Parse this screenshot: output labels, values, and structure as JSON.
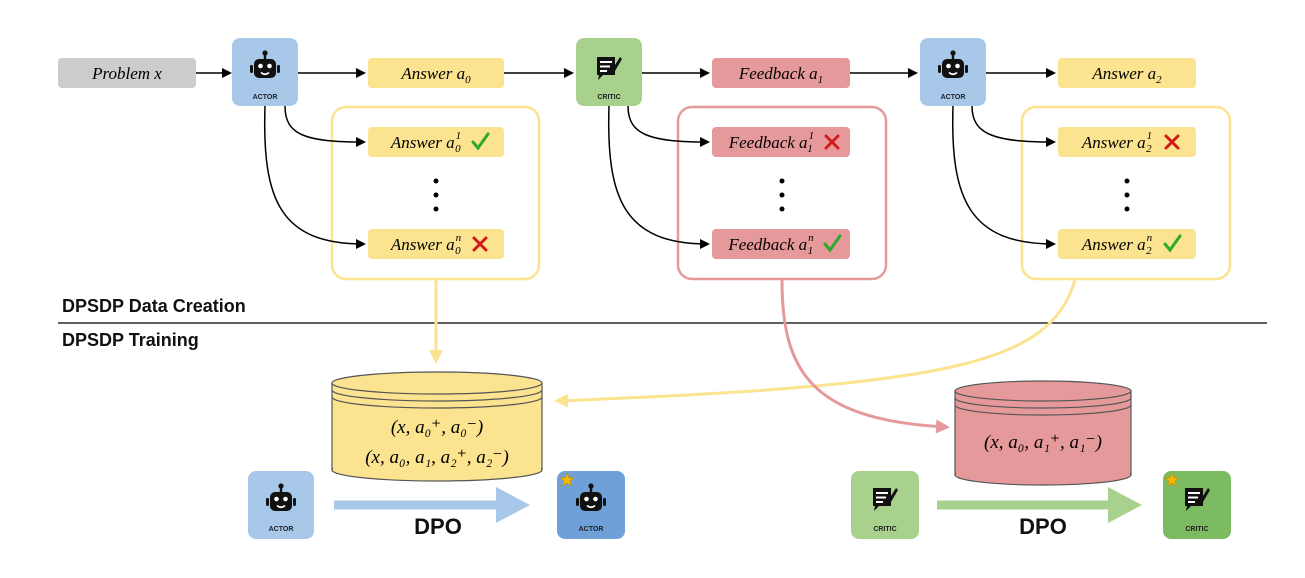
{
  "labels": {
    "problem": "Problem x",
    "actor": "ACTOR",
    "critic": "CRITIC",
    "answer_a0": "Answer a",
    "answer_a2": "Answer a",
    "feedback_a1": "Feedback a",
    "section_creation": "DPSDP Data Creation",
    "section_training": "DPSDP Training",
    "dpo": "DPO"
  },
  "samples": {
    "answer_prefix": "Answer a",
    "feedback_prefix": "Feedback a"
  },
  "datasets": {
    "actor_line1": "(x, a₀⁺, a₀⁻)",
    "actor_line2": "(x, a₀, a₁, a₂⁺, a₂⁻)",
    "critic_line1": "(x, a₀, a₁⁺, a₁⁻)"
  },
  "colors": {
    "actor": "#a8c8ea",
    "actor_trained": "#6fa0d8",
    "critic": "#a9d18e",
    "critic_trained": "#7dbb63",
    "answer": "#fbe38f",
    "feedback": "#e6999a",
    "problem": "#cccccc",
    "check": "#2ea82e",
    "cross": "#d11a1a",
    "star": "#f5b800"
  },
  "icons": [
    "robot-icon",
    "critic-chat-icon",
    "star-icon",
    "check-icon",
    "cross-icon"
  ]
}
